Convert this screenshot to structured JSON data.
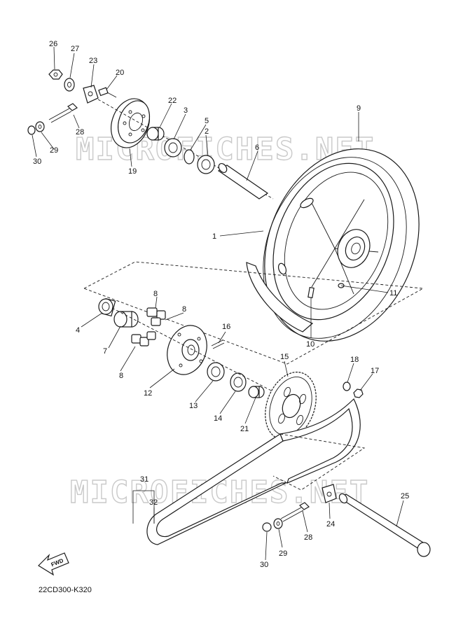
{
  "diagram": {
    "watermark": "MICROFICHES.NET",
    "figure_code": "22CD300-K320",
    "fwd_label": "FWD",
    "callouts": [
      {
        "id": "26",
        "label": "26"
      },
      {
        "id": "27",
        "label": "27"
      },
      {
        "id": "23",
        "label": "23"
      },
      {
        "id": "20",
        "label": "20"
      },
      {
        "id": "28a",
        "label": "28"
      },
      {
        "id": "29a",
        "label": "29"
      },
      {
        "id": "30a",
        "label": "30"
      },
      {
        "id": "19",
        "label": "19"
      },
      {
        "id": "22",
        "label": "22"
      },
      {
        "id": "3",
        "label": "3"
      },
      {
        "id": "5",
        "label": "5"
      },
      {
        "id": "2",
        "label": "2"
      },
      {
        "id": "6",
        "label": "6"
      },
      {
        "id": "9",
        "label": "9"
      },
      {
        "id": "1",
        "label": "1"
      },
      {
        "id": "11",
        "label": "11"
      },
      {
        "id": "10",
        "label": "10"
      },
      {
        "id": "8a",
        "label": "8"
      },
      {
        "id": "8b",
        "label": "8"
      },
      {
        "id": "8c",
        "label": "8"
      },
      {
        "id": "4",
        "label": "4"
      },
      {
        "id": "7",
        "label": "7"
      },
      {
        "id": "16",
        "label": "16"
      },
      {
        "id": "12",
        "label": "12"
      },
      {
        "id": "13",
        "label": "13"
      },
      {
        "id": "14",
        "label": "14"
      },
      {
        "id": "21",
        "label": "21"
      },
      {
        "id": "15",
        "label": "15"
      },
      {
        "id": "18",
        "label": "18"
      },
      {
        "id": "17",
        "label": "17"
      },
      {
        "id": "31",
        "label": "31"
      },
      {
        "id": "32",
        "label": "32"
      },
      {
        "id": "24",
        "label": "24"
      },
      {
        "id": "25",
        "label": "25"
      },
      {
        "id": "28b",
        "label": "28"
      },
      {
        "id": "29b",
        "label": "29"
      },
      {
        "id": "30b",
        "label": "30"
      }
    ]
  }
}
